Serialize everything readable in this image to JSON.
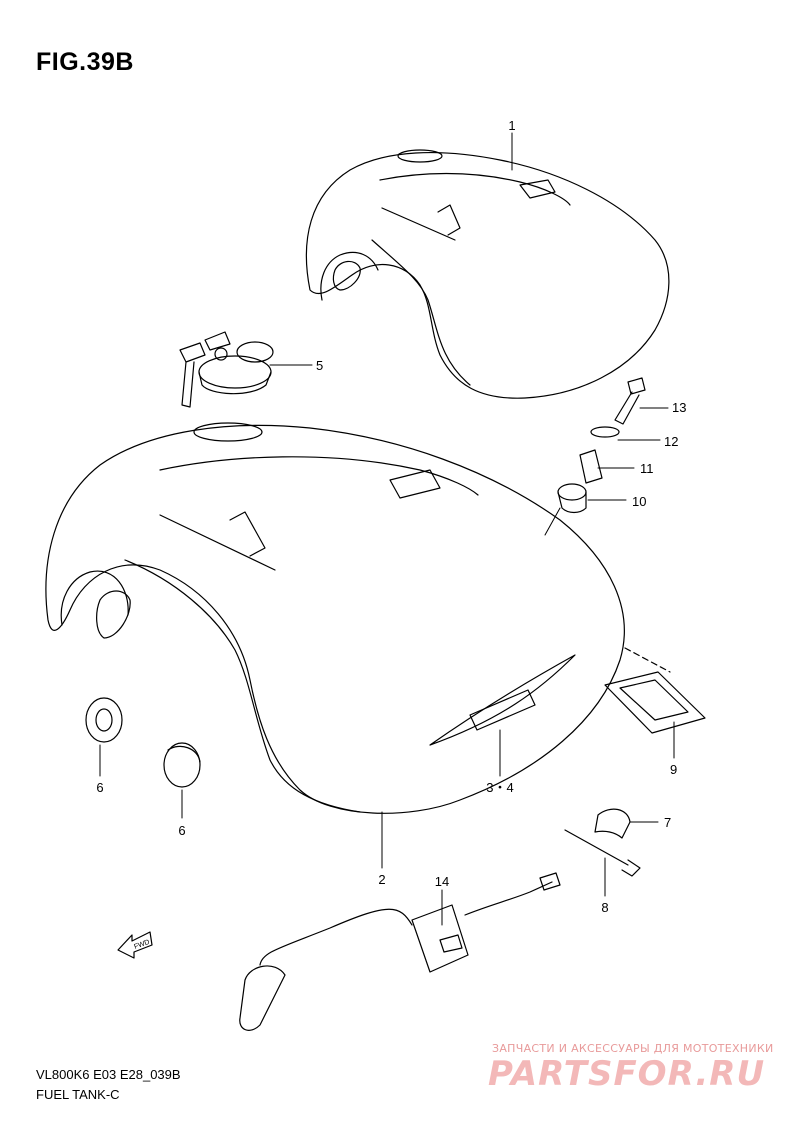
{
  "figure": {
    "title": "FIG.39B"
  },
  "callouts": [
    {
      "id": "c1",
      "text": "1"
    },
    {
      "id": "c5",
      "text": "5"
    },
    {
      "id": "c13",
      "text": "13"
    },
    {
      "id": "c12",
      "text": "12"
    },
    {
      "id": "c11",
      "text": "11"
    },
    {
      "id": "c10",
      "text": "10"
    },
    {
      "id": "c9",
      "text": "9"
    },
    {
      "id": "c34",
      "text": "3・4"
    },
    {
      "id": "c6a",
      "text": "6"
    },
    {
      "id": "c6b",
      "text": "6"
    },
    {
      "id": "c2",
      "text": "2"
    },
    {
      "id": "c7",
      "text": "7"
    },
    {
      "id": "c8",
      "text": "8"
    },
    {
      "id": "c14",
      "text": "14"
    }
  ],
  "fwd_label": "FWD",
  "footer": {
    "code": "VL800K6 E03 E28_039B",
    "name": "FUEL TANK-C"
  },
  "watermark": {
    "tagline": "ЗАПЧАСТИ И АКСЕССУАРЫ ДЛЯ МОТОТЕХНИКИ",
    "logo": "PARTSFOR.RU",
    "color": "#f3b8b8"
  }
}
